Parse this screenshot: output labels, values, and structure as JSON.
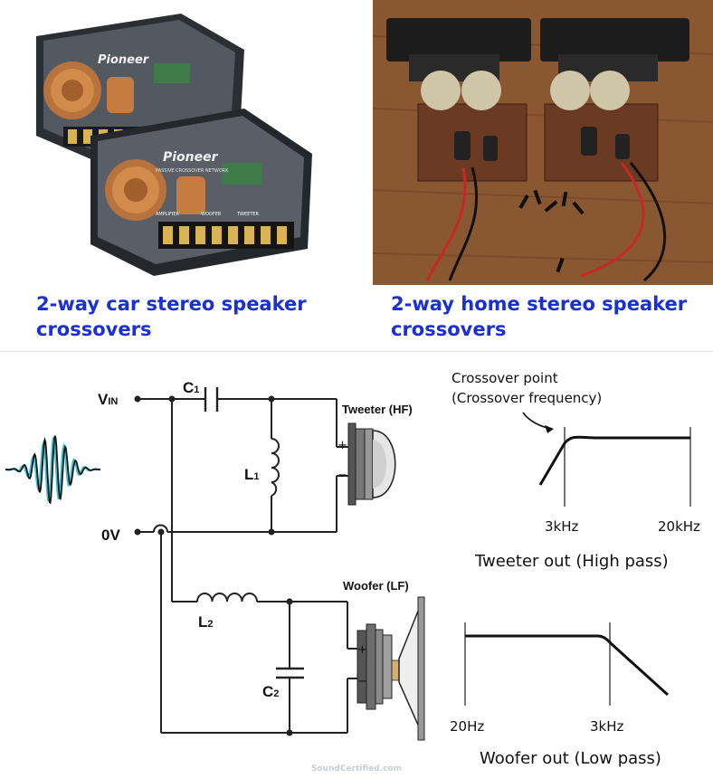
{
  "captions": {
    "car": "2-way car stereo speaker crossovers",
    "home": "2-way home stereo speaker crossovers"
  },
  "car_photo": {
    "brand": "Pioneer",
    "subtitle": "PASSIVE CROSSOVER NETWORK",
    "terminals": [
      "AMPLIFIER",
      "WOOFER",
      "TWEETER"
    ]
  },
  "circuit": {
    "vin": "V",
    "vin_sub": "IN",
    "zero": "0V",
    "c1": "C",
    "c1_sub": "1",
    "l1": "L",
    "l1_sub": "1",
    "l2": "L",
    "l2_sub": "2",
    "c2": "C",
    "c2_sub": "2",
    "tweeter": "Tweeter (HF)",
    "woofer": "Woofer (LF)",
    "plus": "+",
    "minus": "−"
  },
  "graphs": {
    "annotation_line1": "Crossover point",
    "annotation_line2": "(Crossover frequency)",
    "high": {
      "left_tick": "3kHz",
      "right_tick": "20kHz",
      "title": "Tweeter out (High pass)"
    },
    "low": {
      "left_tick": "20Hz",
      "right_tick": "3kHz",
      "title": "Woofer out (Low pass)"
    }
  },
  "watermark": "SoundCertified.com",
  "colors": {
    "caption": "#1b2fd6",
    "wave_cyan": "#3cc6d6",
    "photo_bg": "#dfe2e6",
    "wood": "#7a4a2a"
  }
}
